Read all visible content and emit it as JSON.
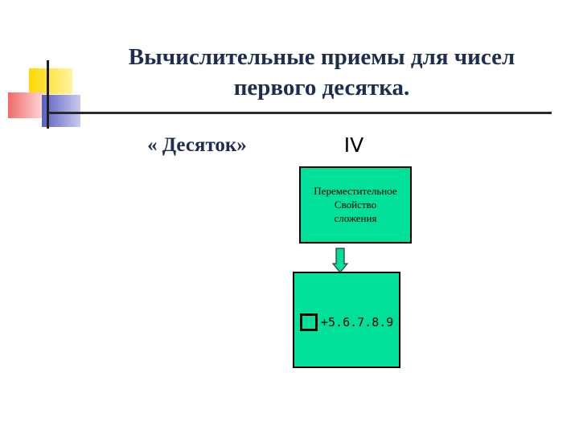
{
  "slide": {
    "title_line1": "Вычислительные приемы для чисел",
    "title_line2": "первого десятка.",
    "subtitle": "« Десяток»",
    "section_number": "IV",
    "property_box": {
      "line1": "Переместительное",
      "line2": "Свойство",
      "line3": "сложения"
    },
    "example": {
      "expression": "+5.6.7.8.9"
    }
  },
  "colors": {
    "box_fill": "#00e09a",
    "title_text": "#1f2d50",
    "deco_yellow": "#ffd700",
    "deco_blue": "#6f74c8",
    "deco_red": "#f06a6a"
  },
  "icons": {
    "decoration": "colored-blocks-decoration",
    "arrow": "arrow-down-icon",
    "placeholder": "empty-square-icon"
  }
}
